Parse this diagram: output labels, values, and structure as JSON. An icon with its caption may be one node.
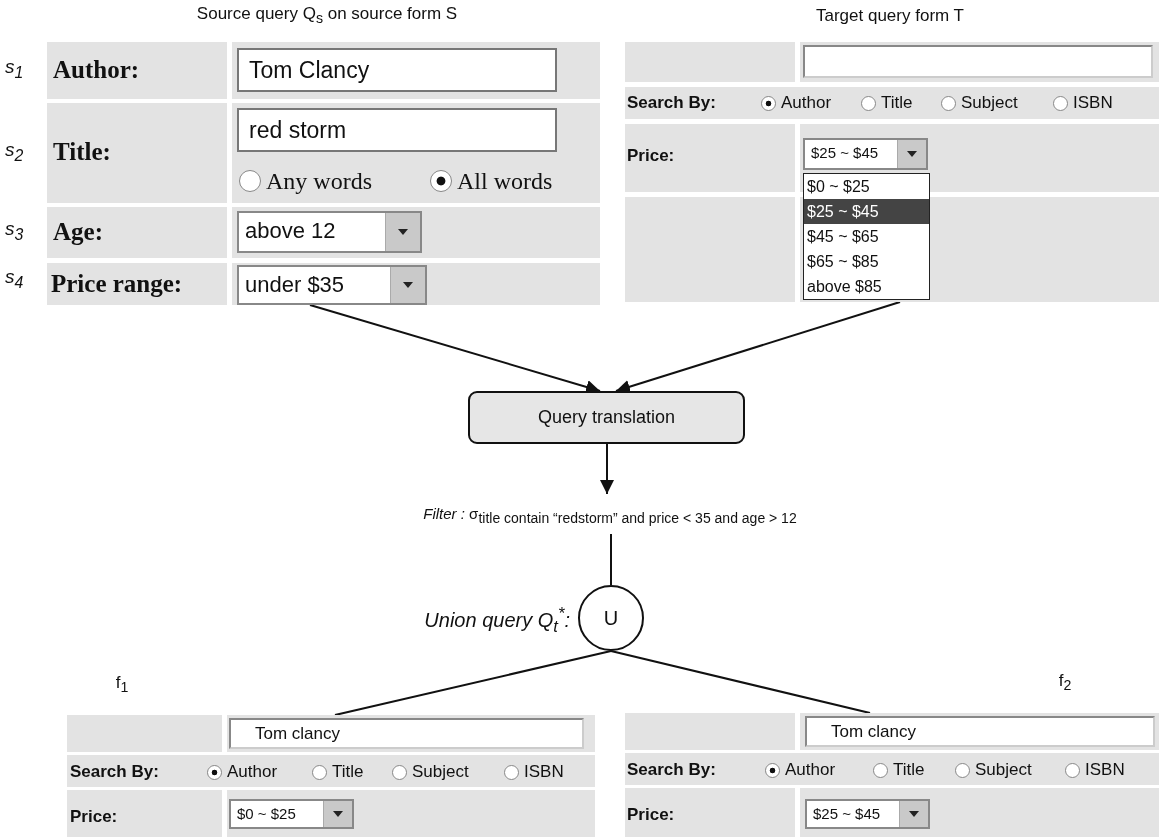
{
  "diagram": {
    "nodes": [
      {
        "text": [
          "Source query Q$_{s}$ on source form S",
          "Author:",
          "Tom Clancy",
          "Title:",
          "red storm",
          "Any words",
          "All words",
          "Age:",
          "above 12",
          "Price range:",
          "under $35"
        ],
        "beside": [
          "s$_{1}$",
          "s$_{2}$",
          "s$_{3}$",
          "s$_{4}$"
        ]
      },
      {
        "text": [
          "Target query form T",
          "Search By:",
          "Author",
          "Title",
          "Subject",
          "ISBN",
          "Price:",
          "$25 ~ $45",
          "$0 ~ $25",
          "$25 ~ $45",
          "$45 ~ $65",
          "$65 ~ $85",
          "above $85"
        ]
      },
      {
        "text": [
          "Query translation"
        ]
      },
      {
        "text": [
          "*Filter :* σ$_{title contain “redstorm” and price < 35 and age > 12}$"
        ]
      },
      {
        "text": [
          "U"
        ],
        "beside": [
          "Union query Q$_{t}$$^{*}$:"
        ]
      },
      {
        "text": [
          "f$_{1}$",
          "Tom clancy",
          "Search By:",
          "Author",
          "Title",
          "Subject",
          "ISBN",
          "Price:",
          "$0 ~ $25"
        ]
      },
      {
        "text": [
          "f$_{2}$",
          "Tom clancy",
          "Search By:",
          "Author",
          "Title",
          "Subject",
          "ISBN",
          "Price:",
          "$25 ~ $45"
        ]
      }
    ],
    "edges": [
      {
        "from": 0,
        "to": 2,
        "arrow": "to"
      },
      {
        "from": 1,
        "to": 2,
        "arrow": "to"
      },
      {
        "from": 2,
        "to": 3,
        "arrow": "to"
      },
      {
        "from": 3,
        "to": 4,
        "arrow": "none"
      },
      {
        "from": 4,
        "to": 5,
        "arrow": "none"
      },
      {
        "from": 4,
        "to": 6,
        "arrow": "none"
      }
    ]
  }
}
